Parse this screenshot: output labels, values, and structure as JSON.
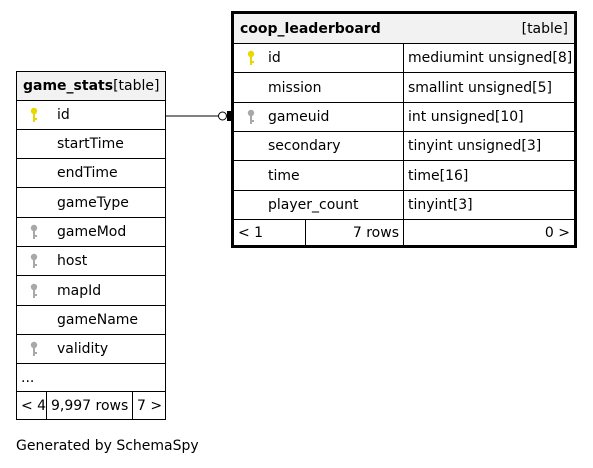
{
  "tables": {
    "game_stats": {
      "name": "game_stats",
      "kind": "[table]",
      "columns": [
        {
          "name": "id",
          "key": "primary"
        },
        {
          "name": "startTime",
          "key": "none"
        },
        {
          "name": "endTime",
          "key": "none"
        },
        {
          "name": "gameType",
          "key": "none"
        },
        {
          "name": "gameMod",
          "key": "foreign"
        },
        {
          "name": "host",
          "key": "foreign"
        },
        {
          "name": "mapId",
          "key": "foreign"
        },
        {
          "name": "gameName",
          "key": "none"
        },
        {
          "name": "validity",
          "key": "foreign"
        }
      ],
      "more": "...",
      "footer": {
        "parents": "< 4",
        "rows": "9,997 rows",
        "children": "7 >"
      }
    },
    "coop_leaderboard": {
      "name": "coop_leaderboard",
      "kind": "[table]",
      "columns": [
        {
          "name": "id",
          "type": "mediumint unsigned[8]",
          "key": "primary"
        },
        {
          "name": "mission",
          "type": "smallint unsigned[5]",
          "key": "none"
        },
        {
          "name": "gameuid",
          "type": "int unsigned[10]",
          "key": "foreign"
        },
        {
          "name": "secondary",
          "type": "tinyint unsigned[3]",
          "key": "none"
        },
        {
          "name": "time",
          "type": "time[16]",
          "key": "none"
        },
        {
          "name": "player_count",
          "type": "tinyint[3]",
          "key": "none"
        }
      ],
      "footer": {
        "parents": "< 1",
        "rows": "7 rows",
        "children": "0 >"
      }
    }
  },
  "colors": {
    "primary_key": "#e8d800",
    "foreign_key": "#a8a8a8",
    "header_bg": "#f2f2f2"
  },
  "generated_by": "Generated by SchemaSpy"
}
